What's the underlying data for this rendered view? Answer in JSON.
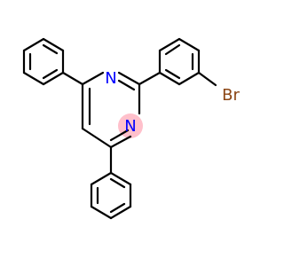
{
  "molecule": {
    "atoms": {
      "n1": {
        "label": "N",
        "color": "#0000ff",
        "highlight": ""
      },
      "n2": {
        "label": "N",
        "color": "#0000ff",
        "highlight": "#ffc0cb"
      },
      "br": {
        "label": "Br",
        "color": "#8b4513"
      }
    },
    "bond_color": "#000000",
    "background": "#ffffff"
  }
}
